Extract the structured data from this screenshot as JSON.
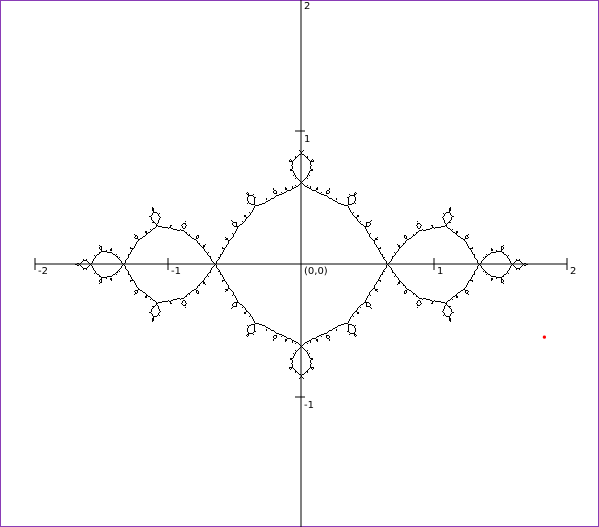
{
  "figure": {
    "axes": {
      "x_range": [
        -2,
        2
      ],
      "y_range": [
        -2,
        2
      ],
      "x_tick_labels": [
        "-2",
        "-1",
        "1",
        "2"
      ],
      "y_tick_labels": [
        "2",
        "1",
        "-1"
      ],
      "origin_label": "(0,0)"
    },
    "colors": {
      "frame": "#8a3db6",
      "background": "#ffffff",
      "ink": "#000000",
      "marker": "#ff0000"
    },
    "marker_point": {
      "x": 1.83,
      "y": -0.55
    }
  }
}
